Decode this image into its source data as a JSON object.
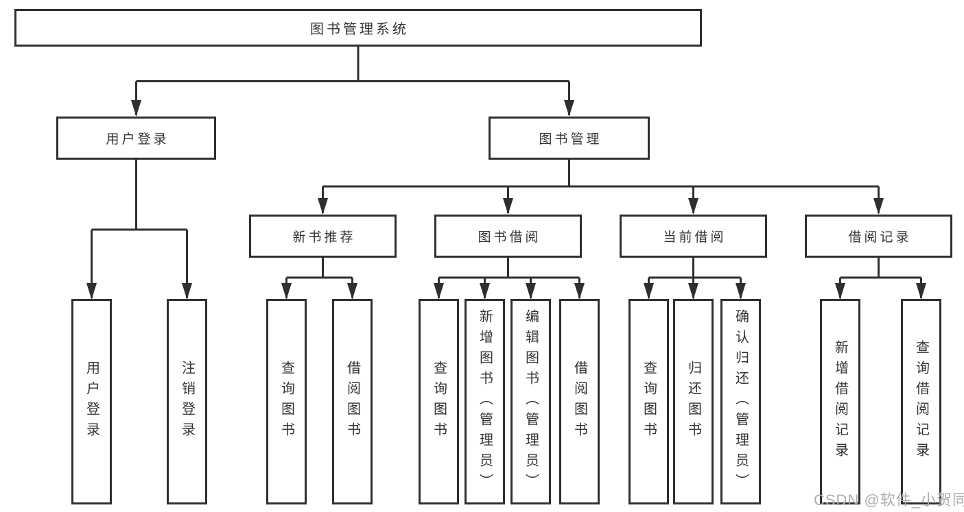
{
  "tree": {
    "label": "图书管理系统",
    "children": [
      {
        "label": "用户登录",
        "children": [
          {
            "label": "用户登录"
          },
          {
            "label": "注销登录"
          }
        ]
      },
      {
        "label": "图书管理",
        "children": [
          {
            "label": "新书推荐",
            "children": [
              {
                "label": "查询图书"
              },
              {
                "label": "借阅图书"
              }
            ]
          },
          {
            "label": "图书借阅",
            "children": [
              {
                "label": "查询图书"
              },
              {
                "label": "新增图书（管理员）"
              },
              {
                "label": "编辑图书（管理员）"
              },
              {
                "label": "借阅图书"
              }
            ]
          },
          {
            "label": "当前借阅",
            "children": [
              {
                "label": "查询图书"
              },
              {
                "label": "归还图书"
              },
              {
                "label": "确认归还（管理员）"
              }
            ]
          },
          {
            "label": "借阅记录",
            "children": [
              {
                "label": "新增借阅记录"
              },
              {
                "label": "查询借阅记录"
              }
            ]
          }
        ]
      }
    ]
  },
  "colors": {
    "line": "#2f2f2f",
    "text": "#333333",
    "background": "#ffffff",
    "watermark_text": "#adadad"
  },
  "watermark": {
    "text": "CSDN @软件_小贺同学"
  }
}
